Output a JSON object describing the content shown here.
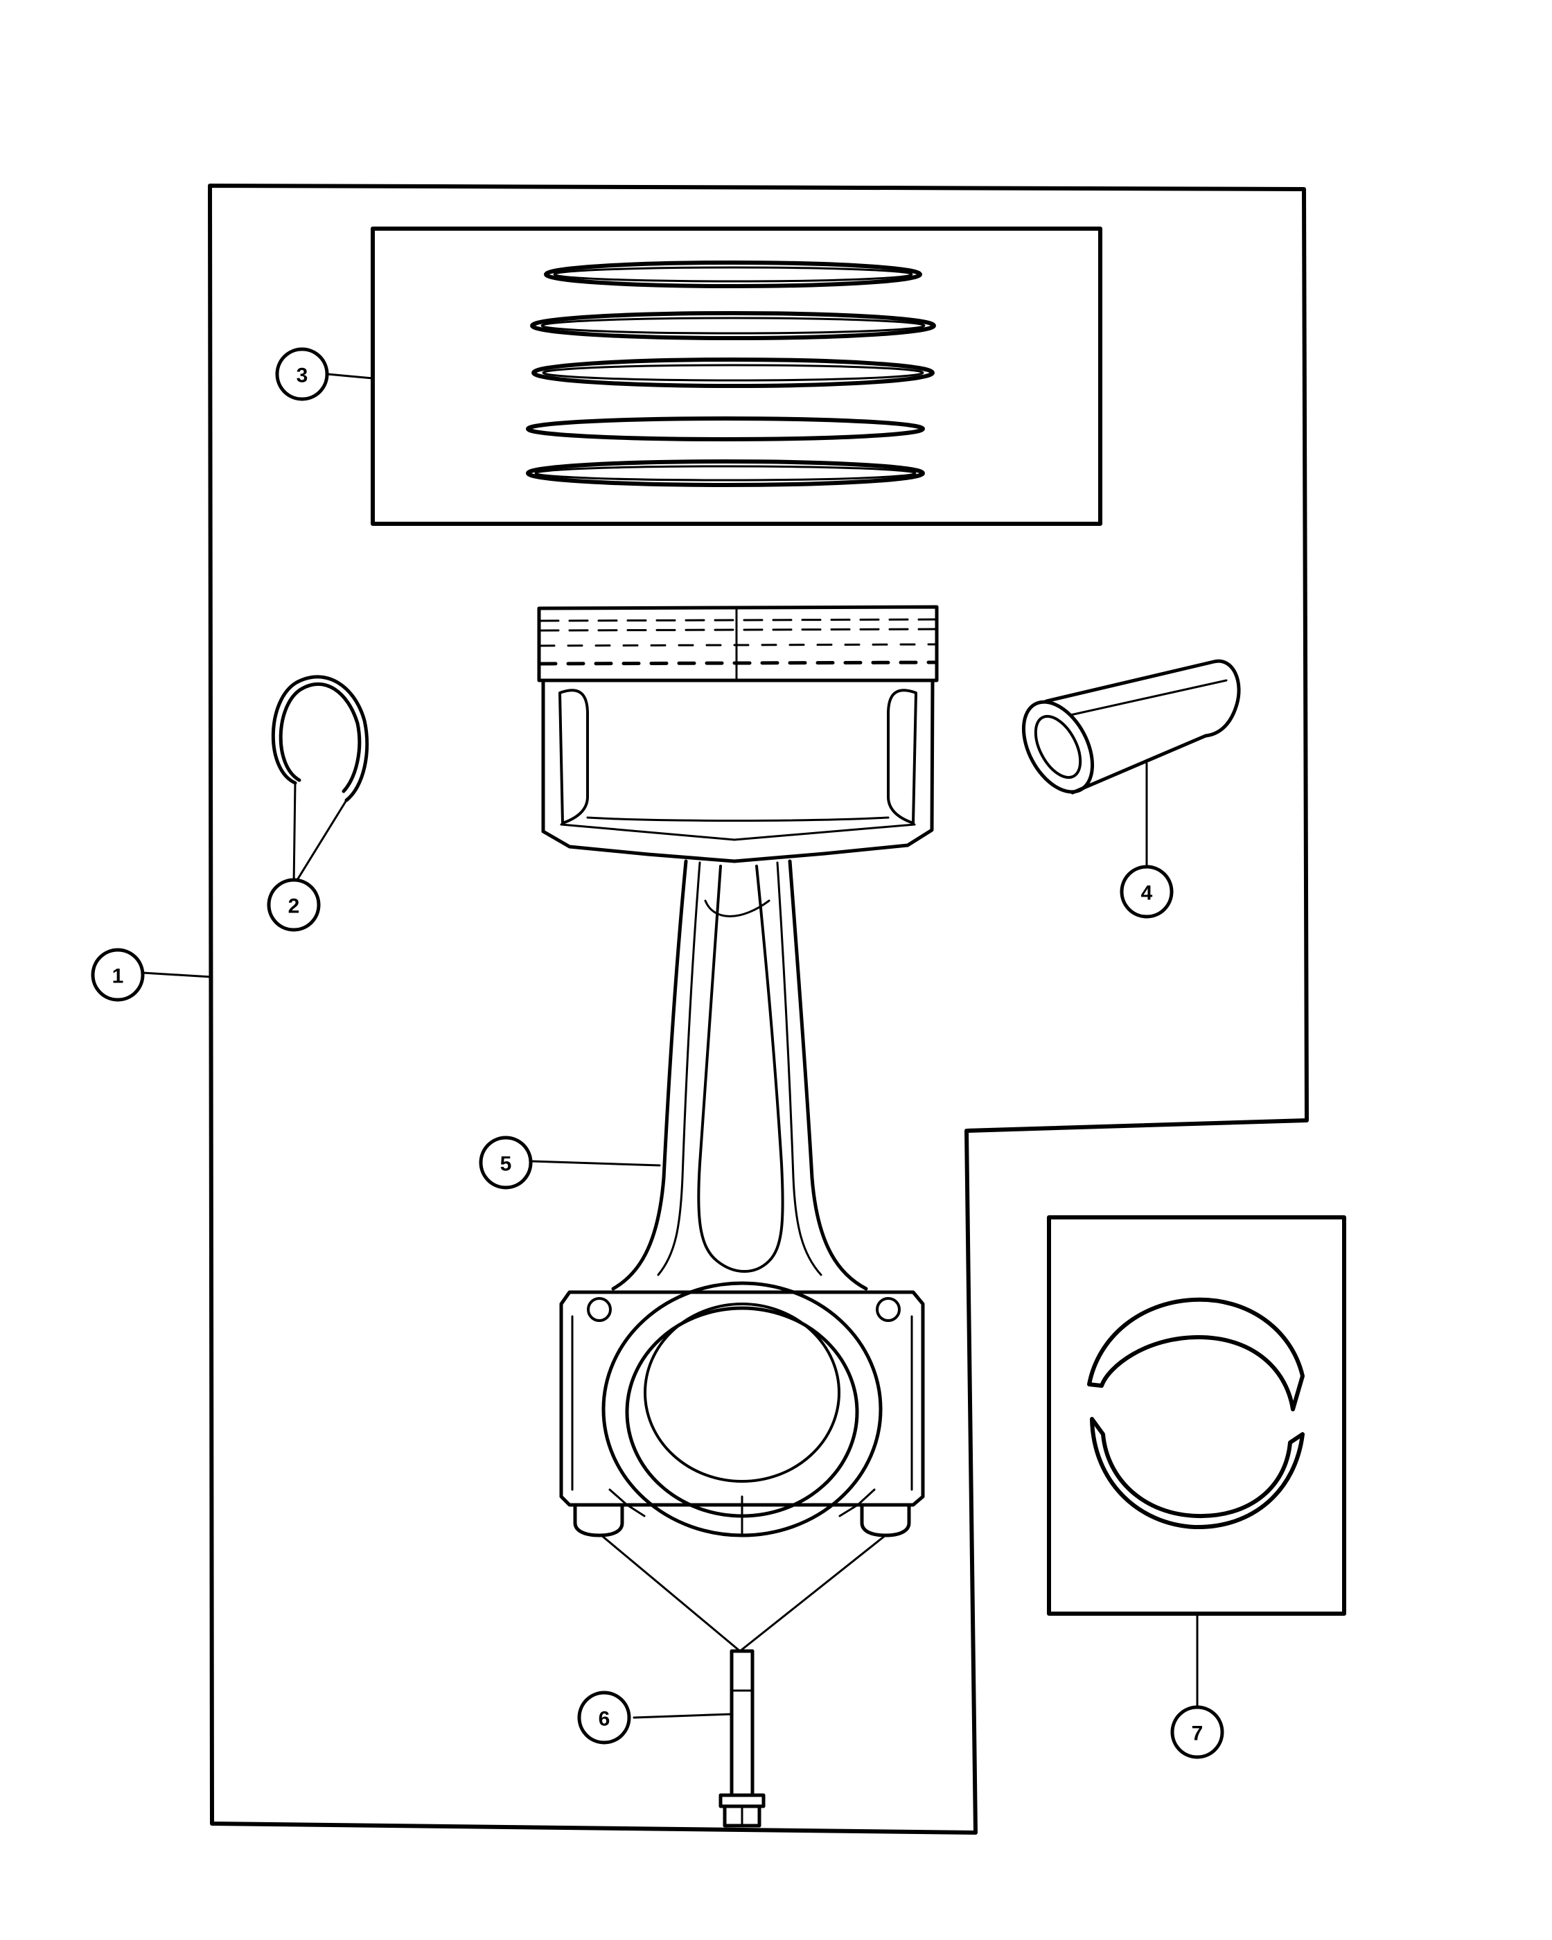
{
  "colors": {
    "line": "#000000",
    "background": "#ffffff"
  },
  "callouts": [
    {
      "id": "1",
      "label": "1",
      "part": "kit-outline"
    },
    {
      "id": "2",
      "label": "2",
      "part": "piston-pin-retainer-clips"
    },
    {
      "id": "3",
      "label": "3",
      "part": "piston-ring-set"
    },
    {
      "id": "4",
      "label": "4",
      "part": "piston-pin"
    },
    {
      "id": "5",
      "label": "5",
      "part": "connecting-rod"
    },
    {
      "id": "6",
      "label": "6",
      "part": "connecting-rod-bolt"
    },
    {
      "id": "7",
      "label": "7",
      "part": "connecting-rod-bearing-set"
    }
  ]
}
